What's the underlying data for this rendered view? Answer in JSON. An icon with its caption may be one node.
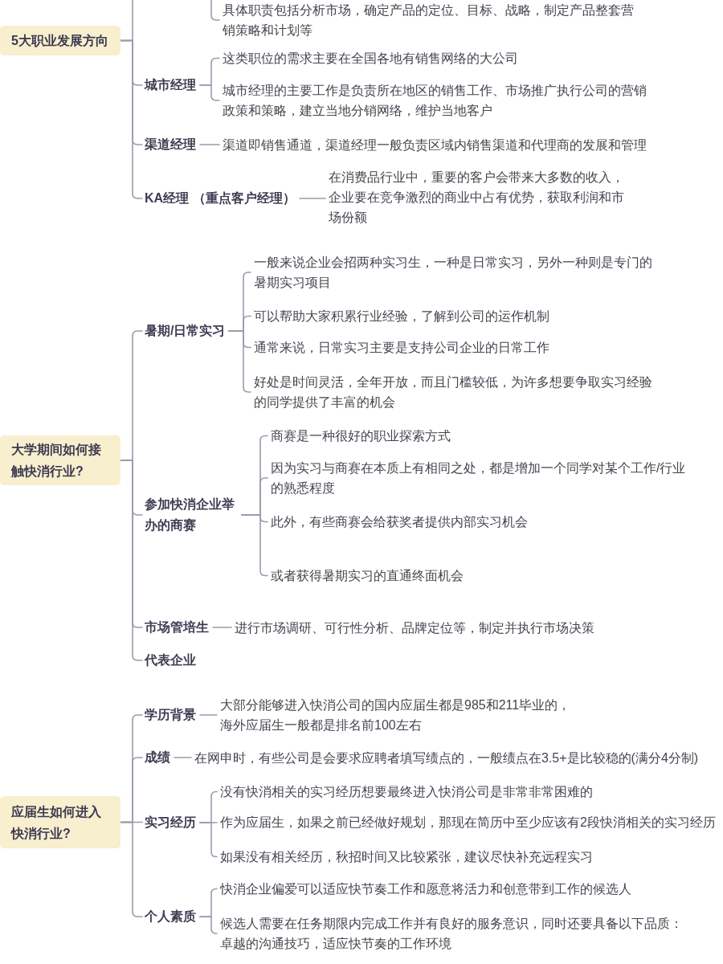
{
  "diagram": {
    "nodes": [
      {
        "text": [
          "5大职业发展方向"
        ]
      },
      {
        "text": [
          "具体职责包括分析市场，确定产品的定位、目标、战略，制定产品整套营销策略和计划等"
        ]
      },
      {
        "text": [
          "城市经理"
        ]
      },
      {
        "text": [
          "这类职位的需求主要在全国各地有销售网络的大公司"
        ]
      },
      {
        "text": [
          "城市经理的主要工作是负责所在地区的销售工作、市场推广执行公司的营销政策和策略，建立当地分销网络，维护当地客户"
        ]
      },
      {
        "text": [
          "渠道经理"
        ]
      },
      {
        "text": [
          "渠道即销售通道，渠道经理一般负责区域内销售渠道和代理商的发展和管理"
        ]
      },
      {
        "text": [
          "KA经理 （重点客户经理）"
        ]
      },
      {
        "text": [
          "在消费品行业中，重要的客户会带来大多数的收入，企业要在竞争激烈的商业中占有优势，获取利润和市场份额"
        ]
      },
      {
        "text": [
          "大学期间如何接触快消行业?"
        ]
      },
      {
        "text": [
          "暑期/日常实习"
        ]
      },
      {
        "text": [
          "一般来说企业会招两种实习生，一种是日常实习，另外一种则是专门的暑期实习项目"
        ]
      },
      {
        "text": [
          "可以帮助大家积累行业经验，了解到公司的运作机制"
        ]
      },
      {
        "text": [
          "通常来说，日常实习主要是支持公司企业的日常工作"
        ]
      },
      {
        "text": [
          "好处是时间灵活，全年开放，而且门槛较低，为许多想要争取实习经验的同学提供了丰富的机会"
        ]
      },
      {
        "text": [
          "参加快消企业举办的商赛"
        ]
      },
      {
        "text": [
          "商赛是一种很好的职业探索方式"
        ]
      },
      {
        "text": [
          "因为实习与商赛在本质上有相同之处，都是增加一个同学对某个工作/行业的熟悉程度"
        ]
      },
      {
        "text": [
          "此外，有些商赛会给获奖者提供内部实习机会"
        ]
      },
      {
        "text": [
          "或者获得暑期实习的直通终面机会"
        ]
      },
      {
        "text": [
          "市场管培生"
        ]
      },
      {
        "text": [
          "进行市场调研、可行性分析、品牌定位等，制定并执行市场决策"
        ]
      },
      {
        "text": [
          "代表企业"
        ]
      },
      {
        "text": [
          "应届生如何进入快消行业?"
        ]
      },
      {
        "text": [
          "学历背景"
        ]
      },
      {
        "text": [
          "大部分能够进入快消公司的国内应届生都是985和211毕业的，海外应届生一般都是排名前100左右"
        ]
      },
      {
        "text": [
          "成绩"
        ]
      },
      {
        "text": [
          "在网申时，有些公司是会要求应聘者填写绩点的，一般绩点在3.5+是比较稳的(满分4分制)"
        ]
      },
      {
        "text": [
          "实习经历"
        ]
      },
      {
        "text": [
          "没有快消相关的实习经历想要最终进入快消公司是非常非常困难的"
        ]
      },
      {
        "text": [
          "作为应届生，如果之前已经做好规划，那现在简历中至少应该有2段快消相关的实习经历"
        ]
      },
      {
        "text": [
          "如果没有相关经历，秋招时间又比较紧张，建议尽快补充远程实习"
        ]
      },
      {
        "text": [
          "个人素质"
        ]
      },
      {
        "text": [
          "快消企业偏爱可以适应快节奏工作和愿意将活力和创意带到工作的候选人"
        ]
      },
      {
        "text": [
          "候选人需要在任务期限内完成工作并有良好的服务意识，同时还要具备以下品质：卓越的沟通技巧，适应快节奏的工作环境"
        ]
      }
    ],
    "edges": [
      {
        "from": 0,
        "to": null,
        "arrow": "none"
      },
      {
        "from": null,
        "to": 1,
        "arrow": "none"
      },
      {
        "from": 0,
        "to": 2,
        "arrow": "none"
      },
      {
        "from": 2,
        "to": 3,
        "arrow": "none"
      },
      {
        "from": 2,
        "to": 4,
        "arrow": "none"
      },
      {
        "from": 0,
        "to": 5,
        "arrow": "none"
      },
      {
        "from": 5,
        "to": 6,
        "arrow": "none"
      },
      {
        "from": 0,
        "to": 7,
        "arrow": "none"
      },
      {
        "from": 7,
        "to": 8,
        "arrow": "none"
      },
      {
        "from": 9,
        "to": 10,
        "arrow": "none"
      },
      {
        "from": 10,
        "to": 11,
        "arrow": "none"
      },
      {
        "from": 10,
        "to": 12,
        "arrow": "none"
      },
      {
        "from": 10,
        "to": 13,
        "arrow": "none"
      },
      {
        "from": 10,
        "to": 14,
        "arrow": "none"
      },
      {
        "from": 9,
        "to": 15,
        "arrow": "none"
      },
      {
        "from": 15,
        "to": 16,
        "arrow": "none"
      },
      {
        "from": 15,
        "to": 17,
        "arrow": "none"
      },
      {
        "from": 15,
        "to": 18,
        "arrow": "none"
      },
      {
        "from": 15,
        "to": 19,
        "arrow": "none"
      },
      {
        "from": 9,
        "to": 20,
        "arrow": "none"
      },
      {
        "from": 20,
        "to": 21,
        "arrow": "none"
      },
      {
        "from": 9,
        "to": 22,
        "arrow": "none"
      },
      {
        "from": 23,
        "to": 24,
        "arrow": "none"
      },
      {
        "from": 24,
        "to": 25,
        "arrow": "none"
      },
      {
        "from": 23,
        "to": 26,
        "arrow": "none"
      },
      {
        "from": 26,
        "to": 27,
        "arrow": "none"
      },
      {
        "from": 23,
        "to": 28,
        "arrow": "none"
      },
      {
        "from": 28,
        "to": 29,
        "arrow": "none"
      },
      {
        "from": 28,
        "to": 30,
        "arrow": "none"
      },
      {
        "from": 28,
        "to": 31,
        "arrow": "none"
      },
      {
        "from": 23,
        "to": 32,
        "arrow": "none"
      },
      {
        "from": 32,
        "to": 33,
        "arrow": "none"
      },
      {
        "from": 32,
        "to": 34,
        "arrow": "none"
      }
    ]
  }
}
